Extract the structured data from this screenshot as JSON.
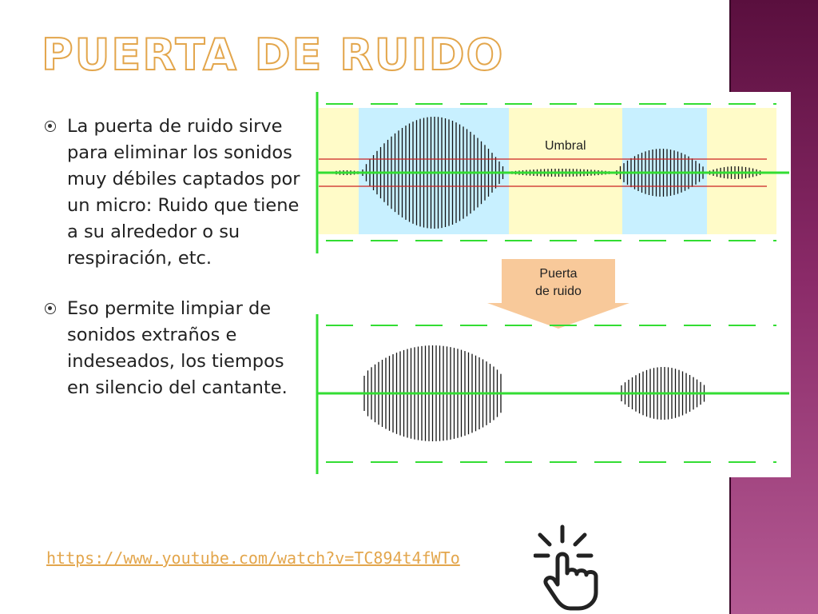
{
  "slide": {
    "title": "Puerta de ruido",
    "bullets": [
      "La puerta de ruido sirve para eliminar los sonidos muy débiles captados por un micro: Ruido que tiene a su alrededor o su respiración, etc.",
      "Eso permite limpiar de sonidos extraños e indeseados, los tiempos en silencio del cantante."
    ],
    "link": "https://www.youtube.com/watch?v=TC894t4fWTo"
  },
  "diagram": {
    "threshold_label": "Umbral",
    "gate_label_line1": "Puerta",
    "gate_label_line2": "de ruido"
  },
  "colors": {
    "accent": "#e3a64c",
    "side_band": "#8a2a68",
    "signal_green": "#33dd33",
    "threshold_red": "#cc2222",
    "band_yellow": "#fffbc8",
    "band_cyan": "#c8f0ff",
    "arrow_orange": "#f8c99a"
  }
}
